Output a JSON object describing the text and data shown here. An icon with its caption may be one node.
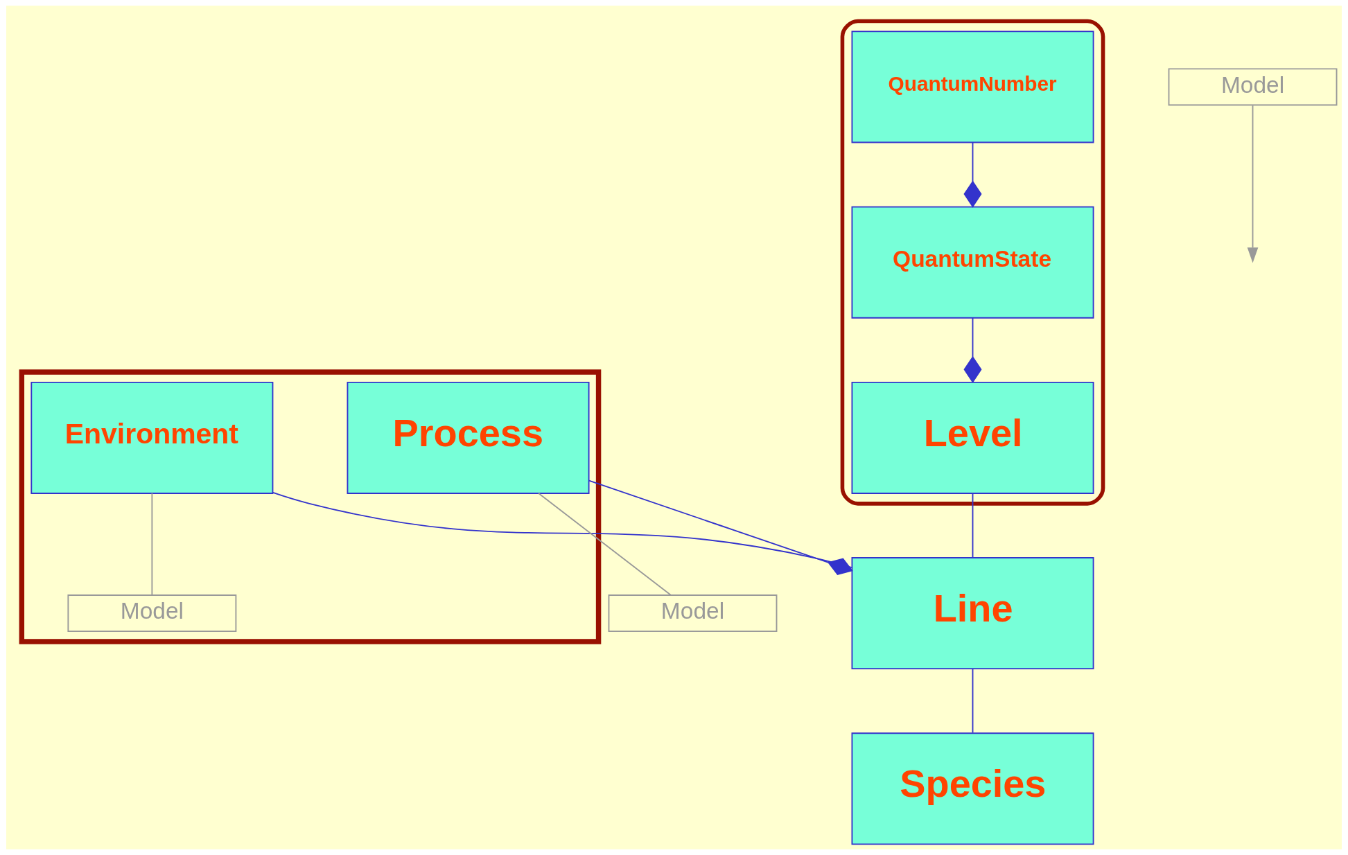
{
  "diagram": {
    "nodes": [
      {
        "text": [],
        "shape": "ellipse"
      },
      {
        "text": [
          "Level"
        ],
        "in": 0
      },
      {
        "text": [
          "Line"
        ]
      },
      {
        "text": [
          "Species"
        ]
      },
      {
        "text": [
          "QuantumState"
        ],
        "in": 0
      },
      {
        "text": [],
        "shape": "box"
      },
      {
        "text": [
          "Environment"
        ],
        "in": 5
      },
      {
        "text": [
          "Process"
        ],
        "in": 5
      },
      {
        "text": [
          "Model"
        ],
        "in": 5
      },
      {
        "text": [
          "QuantumNumber"
        ],
        "in": 0
      },
      {
        "text": [
          "Model"
        ]
      },
      {
        "text": [
          "Model"
        ]
      }
    ],
    "edges": [
      {
        "from": 1,
        "to": 2,
        "arrow": "none"
      },
      {
        "from": 2,
        "to": 3,
        "arrow": "none"
      },
      {
        "from": 2,
        "to": 6,
        "arrow": "none"
      },
      {
        "from": 4,
        "to": 1,
        "arrow": "other"
      },
      {
        "from": 9,
        "to": 4,
        "arrow": "other"
      },
      {
        "from": 7,
        "to": 2,
        "arrow": "other"
      },
      {
        "from": 6,
        "to": 8,
        "arrow": "none",
        "color": "#999999"
      },
      {
        "from": 7,
        "to": 11,
        "arrow": "none",
        "color": "#999999"
      },
      {
        "from": 10,
        "to": null,
        "arrow": "to",
        "color": "#999999"
      }
    ]
  }
}
